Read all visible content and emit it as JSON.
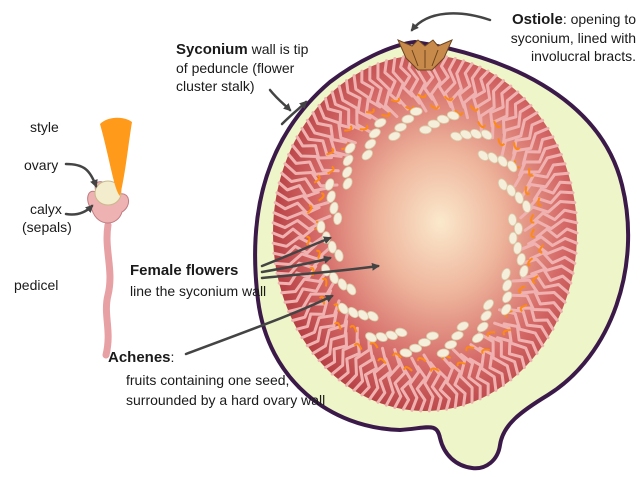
{
  "labels": {
    "style": "style",
    "ovary": "ovary",
    "calyx_line1": "calyx",
    "calyx_line2": "(sepals)",
    "pedicel": "pedicel",
    "syconium_bold": "Syconium",
    "syconium_rest1": " wall is tip",
    "syconium_line2": "of peduncle (flower",
    "syconium_line3": "cluster stalk)",
    "ostiole_bold": "Ostiole",
    "ostiole_rest1": ": opening to",
    "ostiole_line2": "syconium, lined with",
    "ostiole_line3": "involucral bracts.",
    "female_bold": "Female flowers",
    "female_line2": "line the syconium wall",
    "achenes_bold": "Achenes",
    "achenes_colon": ":",
    "achenes_line2": "fruits containing one seed,",
    "achenes_line3": "surrounded by a hard ovary wall"
  },
  "colors": {
    "outline": "#3b1a4a",
    "skin": "#eef5c8",
    "pulp_center": "#fbe3c0",
    "pulp_mid": "#e08a86",
    "pulp_edge": "#b23a3f",
    "filament": "#f0b2b0",
    "achene": "#f5eedb",
    "stigma": "#ff8a12",
    "flower_style": "#ff9a1a",
    "pedicel": "#e7a0a3",
    "bract": "#c88a4a",
    "arrow": "#444444"
  }
}
